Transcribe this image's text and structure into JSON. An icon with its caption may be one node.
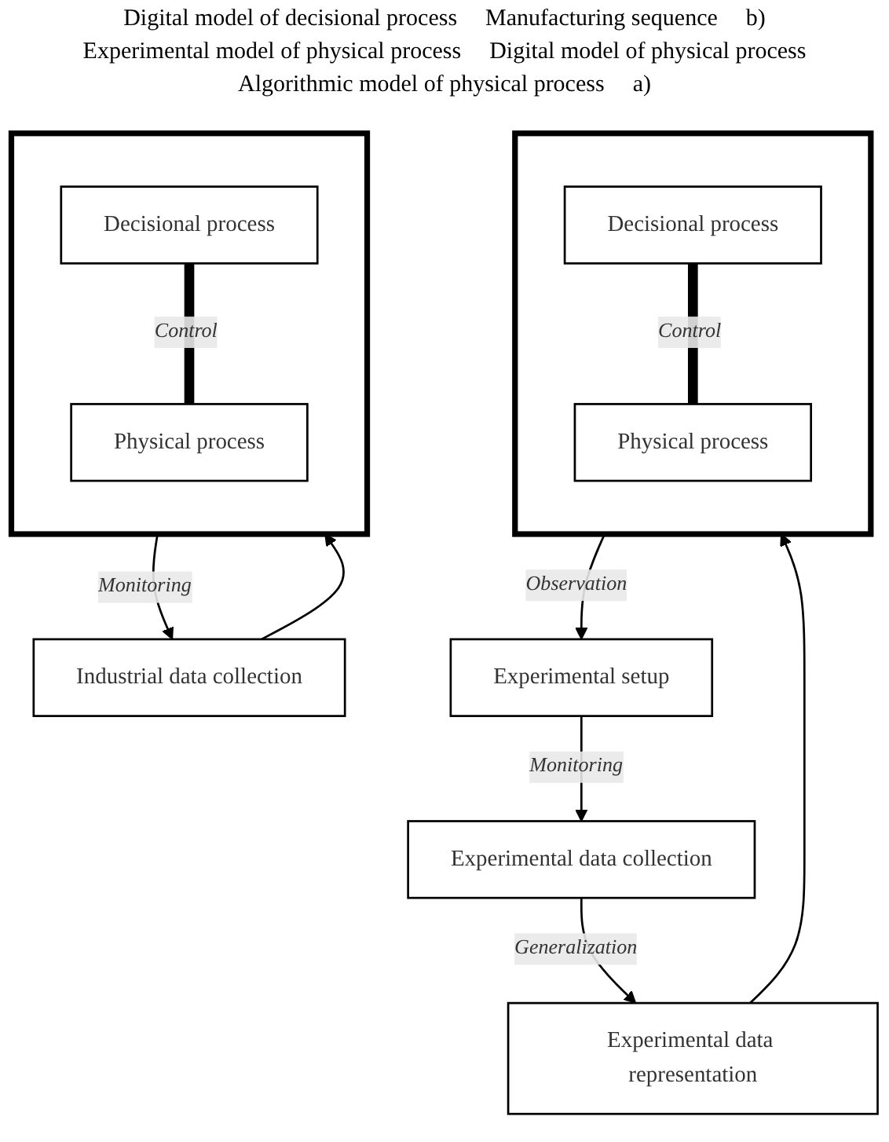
{
  "diagram": {
    "nodes": [
      {
        "text": [],
        "shape": "box"
      },
      {
        "text": [
          "Decisional process"
        ],
        "in": 0
      },
      {
        "text": [
          "Physical process"
        ],
        "in": 0
      },
      {
        "text": [
          "Experimental setup"
        ]
      },
      {
        "text": [
          "Experimental data collection"
        ]
      },
      {
        "text": [
          "Experimental data representation"
        ]
      },
      {
        "text": [
          "Industrial data collection"
        ]
      },
      {
        "text": [],
        "shape": "box"
      },
      {
        "text": [
          "Decisional process"
        ],
        "in": 7
      },
      {
        "text": [
          "Physical process"
        ],
        "in": 7
      }
    ],
    "edges": [
      {
        "from": 1,
        "to": 2,
        "arrow": "none",
        "label": "Control",
        "style": "thick"
      },
      {
        "from": 0,
        "to": 3,
        "arrow": "to",
        "label": "Observation"
      },
      {
        "from": 3,
        "to": 4,
        "arrow": "to",
        "label": "Monitoring"
      },
      {
        "from": 4,
        "to": 5,
        "arrow": "to",
        "label": "Generalization"
      },
      {
        "from": 5,
        "to": 0,
        "arrow": "to"
      },
      {
        "from": 8,
        "to": 9,
        "arrow": "none",
        "label": "Control",
        "style": "thick"
      },
      {
        "from": 7,
        "to": 6,
        "arrow": "to",
        "label": "Monitoring"
      },
      {
        "from": 6,
        "to": 7,
        "arrow": "to"
      }
    ],
    "labels": [
      "Digital model of decisional process",
      "Manufacturing sequence",
      "b)",
      "Experimental model of physical process",
      "Digital model of physical process",
      "Algorithmic model of physical process",
      "a)"
    ]
  }
}
